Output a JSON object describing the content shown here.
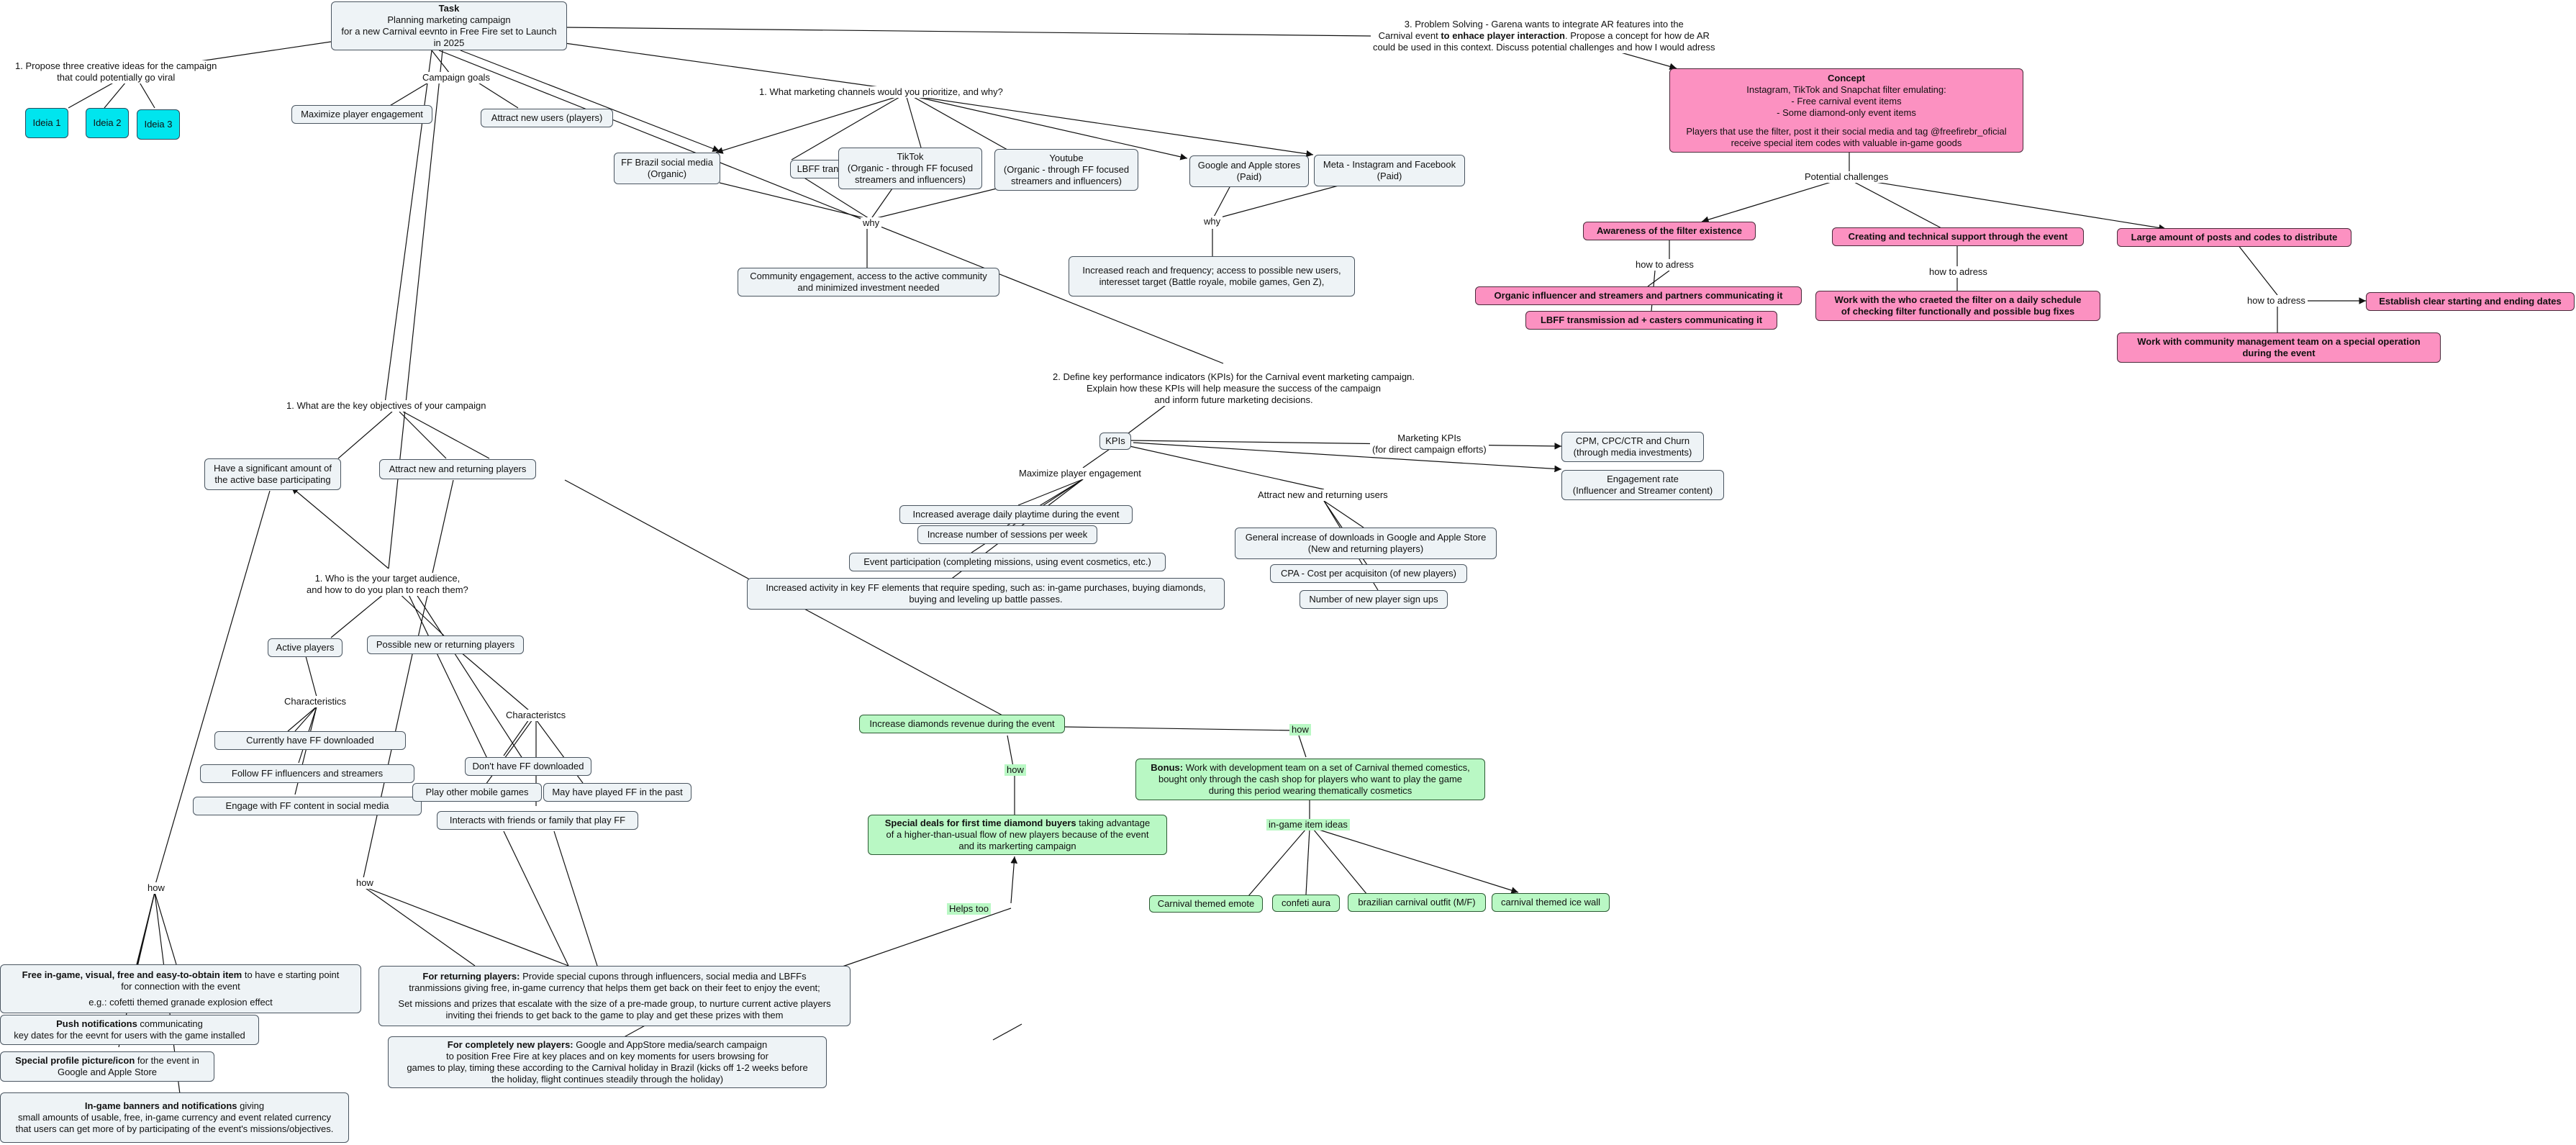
{
  "task": {
    "title": "Task",
    "line1": "Planning marketing campaign",
    "line2": "for a new Carnival eevnto in Free Fire set to Launch",
    "line3": "in 2025"
  },
  "ideas": {
    "prompt_line1": "1. Propose three creative ideas for the campaign",
    "prompt_line2": "that could potentially go viral",
    "idea1": "Ideia 1",
    "idea2": "Ideia 2",
    "idea3": "Ideia 3"
  },
  "campaign_goals": {
    "label": "Campaign goals",
    "goal1": "Maximize player engagement",
    "goal2": "Attract new users (players)"
  },
  "channels": {
    "question": "1. What marketing channels would you prioritize, and why?",
    "ff_brazil_1": "FF Brazil social media",
    "ff_brazil_2": "(Organic)",
    "lbff": "LBFF transmissions",
    "tiktok_1": "TikTok",
    "tiktok_2": "(Organic - through FF focused",
    "tiktok_3": "streamers and influencers)",
    "youtube_1": "Youtube",
    "youtube_2": "(Organic - through FF focused",
    "youtube_3": "streamers and influencers)",
    "stores_1": "Google and Apple stores",
    "stores_2": "(Paid)",
    "meta_1": "Meta - Instagram and Facebook",
    "meta_2": "(Paid)",
    "why_left": "why",
    "why_right": "why",
    "reason_organic_1": "Community engagement, access to the active community",
    "reason_organic_2": "and minimized investment needed",
    "reason_paid_1": "Increased reach and frequency; access to possible new users,",
    "reason_paid_2": "interesset target (Battle royale, mobile games, Gen Z),"
  },
  "problem": {
    "line1": "3. Problem Solving - Garena wants to integrate AR features into the",
    "line2_a": "Carnival event ",
    "line2_b": "to enhace player interaction",
    "line2_c": ". Propose a concept for how de AR",
    "line3": "could be used in this context. Discuss potential challenges and how I would adress"
  },
  "concept": {
    "title": "Concept",
    "line1": "Instagram, TikTok and Snapchat filter emulating:",
    "line2": "- Free carnival event items",
    "line3": "- Some diamond-only event items",
    "line4": "Players that use the filter, post it their social media and tag @freefirebr_oficial",
    "line5": "receive special item codes with valuable in-game goods"
  },
  "challenges": {
    "label": "Potential challenges",
    "c1": "Awareness of the filter existence",
    "c2": "Creating and technical support through the event",
    "c3": "Large amount of posts and codes to distribute",
    "how1": "how to adress",
    "how2": "how to adress",
    "how3": "how to adress",
    "s1a": "Organic influencer and streamers and partners communicating it",
    "s1b": "LBFF transmission ad + casters communicating it",
    "s2_1": "Work with the who craeted the filter on a daily schedule",
    "s2_2": "of checking filter functionally and possible bug fixes",
    "s3a_1": "Work with community management team on a special operation",
    "s3a_2": "during the event",
    "s3b": "Establish clear starting and ending dates"
  },
  "kpi": {
    "question_1": "2. Define key performance indicators (KPIs) for the Carnival event marketing campaign.",
    "question_2": "Explain how these KPIs will help measure the success of the campaign",
    "question_3": "and inform future marketing decisions.",
    "kpis": "KPIs",
    "marketing_1": "Marketing KPIs",
    "marketing_2": "(for direct campaign efforts)",
    "cpm_1": "CPM, CPC/CTR and Churn",
    "cpm_2": "(through media investments)",
    "engagement_1": "Engagement rate",
    "engagement_2": "(Influencer and Streamer content)",
    "max_eng": "Maximize player engagement",
    "e1": "Increased average daily playtime during the event",
    "e2": "Increase number of sessions per week",
    "e3": "Event participation (completing missions, using event cosmetics, etc.)",
    "e4_1": "Increased activity in key FF elements that require speding, such as: in-game purchases, buying diamonds,",
    "e4_2": "buying and leveling up battle passes.",
    "attract": "Attract new and returning users",
    "a1_1": "General increase of downloads in Google and Apple Store",
    "a1_2": "(New and returning players)",
    "a2": "CPA - Cost per acquisiton (of new players)",
    "a3": "Number of new player sign ups"
  },
  "objectives": {
    "question": "1. What are the key objectives of your campaign",
    "o1_1": "Have a significant amount of",
    "o1_2": "the active base participating",
    "o2": "Attract new and returning players"
  },
  "audience": {
    "question_1": "1. Who is the your target audience,",
    "question_2": "and how to do you plan to reach them?",
    "active": "Active players",
    "characteristics": "Characteristics",
    "ac1": "Currently have FF downloaded",
    "ac2": "Follow FF influencers and streamers",
    "ac3": "Engage with FF content in social media",
    "possible": "Possible new or returning players",
    "characteristics2": "Characteristcs",
    "pc1": "Don't have FF downloaded",
    "pc2": "Play other mobile games",
    "pc3": "May have played FF in the past",
    "pc4": "Interacts with friends or family that play FF"
  },
  "how": {
    "how_left": "how",
    "how_mid": "how",
    "free_b": "Free in-game, visual, free and easy-to-obtain item",
    "free_rest": " to have e starting point",
    "free_2": "for connection with the event",
    "free_3": "e.g.: cofetti themed granade explosion effect",
    "push_b": "Push notifications",
    "push_rest": " communicating",
    "push_2": "key dates for the eevnt for users with the game installed",
    "profile_b": "Special profile picture/icon",
    "profile_rest": " for the event in",
    "profile_2": "Google and Apple Store",
    "banners_b": "In-game banners and notifications",
    "banners_rest": " giving",
    "banners_2": "small amounts of usable, free, in-game currency and event related currency",
    "banners_3": "that users can get more of by participating of the event's missions/objectives.",
    "ret_b": "For returning players:",
    "ret_rest": " Provide special cupons through influencers, social media and LBFFs",
    "ret_2": "tranmissions giving free, in-game currency that helps them get back on their feet to enjoy the event;",
    "ret_3": "Set missions and prizes that escalate with the size of a pre-made group, to nurture current active players",
    "ret_4": "inviting thei friends to get back to the game to play and get these prizes with them",
    "new_b": "For completely new players:",
    "new_rest": " Google and AppStore media/search campaign",
    "new_2": "to position Free Fire at key places and on key moments for users browsing for",
    "new_3": "games to play, timing these according to the Carnival holiday in Brazil (kicks off 1-2 weeks before",
    "new_4": "the holiday, flight continues steadily through the holiday)"
  },
  "diamonds": {
    "increase": "Increase diamonds revenue during the event",
    "how_a": "how",
    "how_b": "how",
    "helps": "Helps too",
    "special_b": "Special deals for first time diamond buyers",
    "special_rest": " taking advantage",
    "special_2": "of a higher-than-usual flow of new players because of the event",
    "special_3": "and its markerting campaign",
    "bonus_b": "Bonus:",
    "bonus_rest": " Work with development team on a set of Carnival themed comestics,",
    "bonus_2": "bought only through the cash shop for players who want to play the game",
    "bonus_3": "during this period wearing thematically cosmetics",
    "ideas_label": "in-game item ideas",
    "i1": "Carnival themed emote",
    "i2": "confeti aura",
    "i3": "brazilian carnival outfit (M/F)",
    "i4": "carnival themed ice wall"
  },
  "colors": {
    "grey_node": "#eef3f6",
    "cyan_node": "#00e5ee",
    "pink_node": "#fc91c1",
    "green_node": "#b9f8c4",
    "edge": "#111111"
  }
}
